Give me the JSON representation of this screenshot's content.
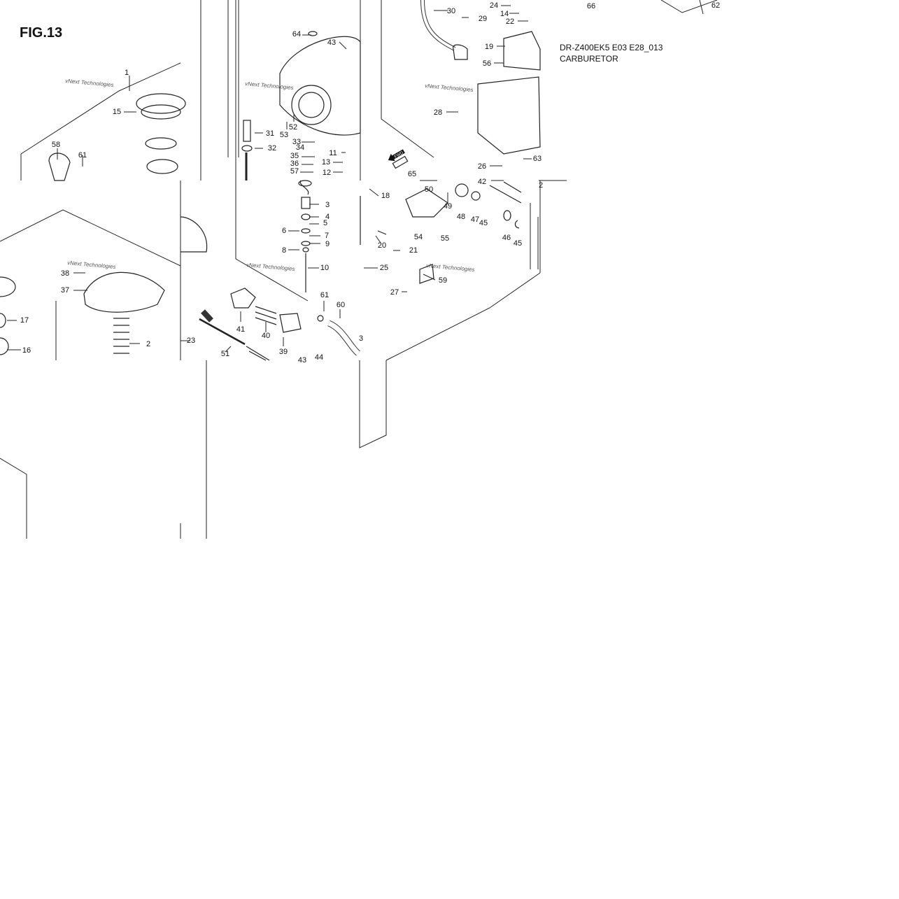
{
  "figure": {
    "title": "FIG.13"
  },
  "model_info": {
    "code": "DR-Z400EK5 E03 E28_013",
    "name": "CARBURETOR"
  },
  "watermarks": {
    "line1": "vNext Technologies"
  },
  "fwd_label": "FWD",
  "callouts": [
    {
      "label": "1"
    },
    {
      "label": "15"
    },
    {
      "label": "58"
    },
    {
      "label": "61"
    },
    {
      "label": "64"
    },
    {
      "label": "43"
    },
    {
      "label": "31"
    },
    {
      "label": "32"
    },
    {
      "label": "53"
    },
    {
      "label": "52"
    },
    {
      "label": "33"
    },
    {
      "label": "34"
    },
    {
      "label": "35"
    },
    {
      "label": "36"
    },
    {
      "label": "57"
    },
    {
      "label": "11"
    },
    {
      "label": "13"
    },
    {
      "label": "12"
    },
    {
      "label": "30"
    },
    {
      "label": "24"
    },
    {
      "label": "14"
    },
    {
      "label": "22"
    },
    {
      "label": "29"
    },
    {
      "label": "66"
    },
    {
      "label": "19"
    },
    {
      "label": "56"
    },
    {
      "label": "28"
    },
    {
      "label": "26"
    },
    {
      "label": "63"
    },
    {
      "label": "65"
    },
    {
      "label": "50"
    },
    {
      "label": "42"
    },
    {
      "label": "2"
    },
    {
      "label": "18"
    },
    {
      "label": "49"
    },
    {
      "label": "48"
    },
    {
      "label": "47"
    },
    {
      "label": "45"
    },
    {
      "label": "54"
    },
    {
      "label": "55"
    },
    {
      "label": "46"
    },
    {
      "label": "45"
    },
    {
      "label": "3"
    },
    {
      "label": "4"
    },
    {
      "label": "5"
    },
    {
      "label": "6"
    },
    {
      "label": "7"
    },
    {
      "label": "9"
    },
    {
      "label": "8"
    },
    {
      "label": "10"
    },
    {
      "label": "20"
    },
    {
      "label": "21"
    },
    {
      "label": "25"
    },
    {
      "label": "59"
    },
    {
      "label": "27"
    },
    {
      "label": "38"
    },
    {
      "label": "37"
    },
    {
      "label": "17"
    },
    {
      "label": "16"
    },
    {
      "label": "2"
    },
    {
      "label": "23"
    },
    {
      "label": "41"
    },
    {
      "label": "40"
    },
    {
      "label": "61"
    },
    {
      "label": "60"
    },
    {
      "label": "3"
    },
    {
      "label": "39"
    },
    {
      "label": "51"
    },
    {
      "label": "43"
    },
    {
      "label": "44"
    },
    {
      "label": "62"
    }
  ]
}
